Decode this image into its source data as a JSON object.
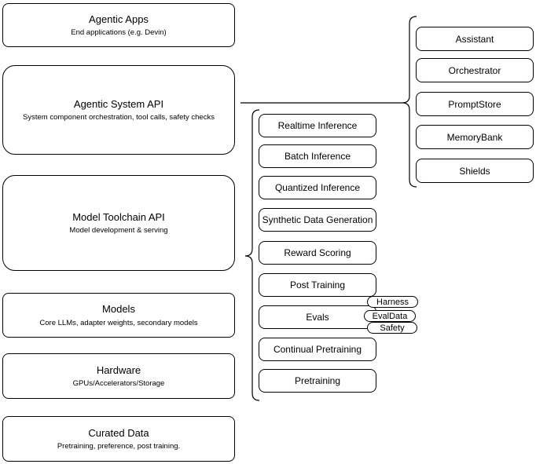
{
  "colors": {
    "border": "#000000",
    "background": "#ffffff",
    "text": "#000000"
  },
  "left_stack": [
    {
      "title": "Agentic Apps",
      "subtitle": "End applications (e.g. Devin)"
    },
    {
      "title": "Agentic System API",
      "subtitle": "System component orchestration, tool calls, safety checks"
    },
    {
      "title": "Model Toolchain API",
      "subtitle": "Model development & serving"
    },
    {
      "title": "Models",
      "subtitle": "Core LLMs, adapter weights, secondary models"
    },
    {
      "title": "Hardware",
      "subtitle": "GPUs/Accelerators/Storage"
    },
    {
      "title": "Curated Data",
      "subtitle": "Pretraining, preference, post training."
    }
  ],
  "toolchain_items": [
    {
      "label": "Realtime Inference"
    },
    {
      "label": "Batch Inference"
    },
    {
      "label": "Quantized Inference"
    },
    {
      "label": "Synthetic Data Generation"
    },
    {
      "label": "Reward Scoring"
    },
    {
      "label": "Post Training"
    },
    {
      "label": "Evals"
    },
    {
      "label": "Continual Pretraining"
    },
    {
      "label": "Pretraining"
    }
  ],
  "eval_tags": [
    {
      "label": "Harness"
    },
    {
      "label": "EvalData"
    },
    {
      "label": "Safety"
    }
  ],
  "system_components": [
    {
      "label": "Assistant"
    },
    {
      "label": "Orchestrator"
    },
    {
      "label": "PromptStore"
    },
    {
      "label": "MemoryBank"
    },
    {
      "label": "Shields"
    }
  ]
}
